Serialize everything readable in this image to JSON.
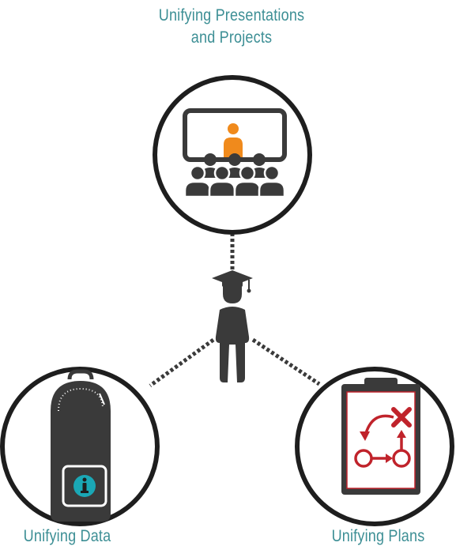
{
  "labels": {
    "top_line1": "Unifying Presentations",
    "top_line2": "and Projects",
    "left": "Unifying Data",
    "right": "Unifying Plans"
  },
  "colors": {
    "teal": "#3d8f95",
    "dark": "#3a3a3a",
    "orange": "#f08a1c",
    "red": "#c0232b",
    "info_teal": "#1aa7b5"
  },
  "icons": {
    "top": "presentation-audience-icon",
    "left": "backpack-info-icon",
    "right": "clipboard-plan-icon",
    "center": "graduate-student-icon"
  }
}
